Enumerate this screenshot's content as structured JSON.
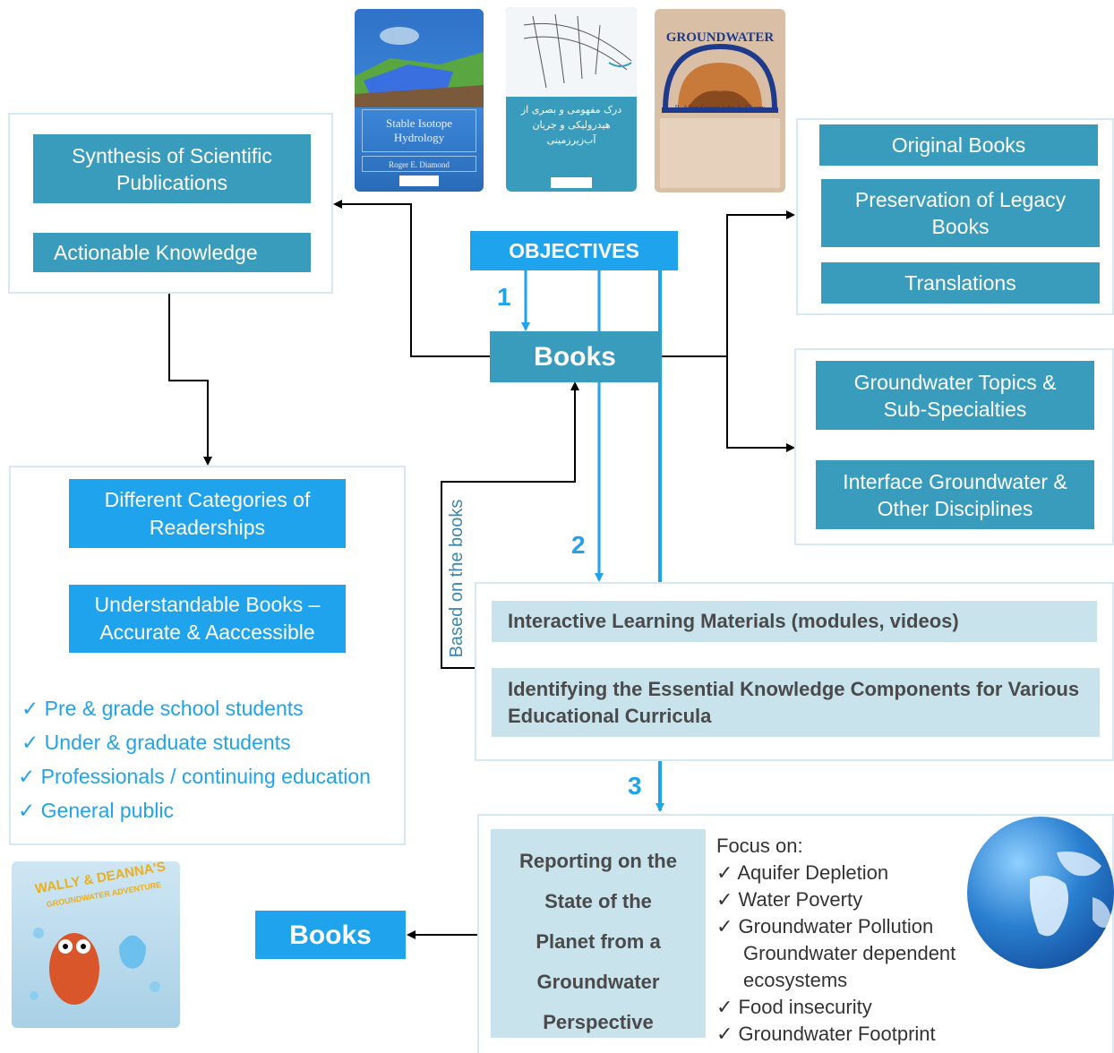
{
  "covers": {
    "isotope": {
      "title": "Stable Isotope Hydrology",
      "author": "Roger E. Diamond"
    },
    "persian": {
      "title": "درک مفهومی و بصری از هیدرولیکی و جریان آب‌زیرزمینی"
    },
    "groundwater": {
      "title": "GROUNDWATER",
      "authors": "R. Allan Freeze  John A. Cherry"
    }
  },
  "left_panel": {
    "synthesis": "Synthesis of Scientific Publications",
    "actionable": "Actionable Knowledge"
  },
  "objectives": "OBJECTIVES",
  "books_center": "Books",
  "steps": {
    "one": "1",
    "two": "2",
    "three": "3"
  },
  "based_on": "Based on the books",
  "right_top": {
    "original": "Original Books",
    "preservation": "Preservation of Legacy Books",
    "translations": "Translations"
  },
  "right_mid": {
    "topics": "Groundwater Topics & Sub-Specialties",
    "interface": "Interface Groundwater  & Other Disciplines"
  },
  "readers": {
    "categories": "Different Categories of Readerships",
    "understandable": "Understandable Books – Accurate & Aaccessible",
    "items": [
      "Pre & grade school students",
      "Under & graduate students",
      "Professionals / continuing education",
      "General public"
    ]
  },
  "learning": {
    "interactive": "Interactive Learning Materials (modules, videos)",
    "identifying": "Identifying the Essential Knowledge Components for Various Educational Curricula"
  },
  "reporting": {
    "lines": [
      "Reporting on the",
      "State of the",
      "Planet from a",
      "Groundwater",
      "Perspective"
    ],
    "focus_title": "Focus on:",
    "focus_items": [
      {
        "check": true,
        "text": "Aquifer Depletion"
      },
      {
        "check": true,
        "text": "Water Poverty"
      },
      {
        "check": true,
        "text": "Groundwater Pollution"
      },
      {
        "check": false,
        "text": "Groundwater dependent ecosystems"
      },
      {
        "check": true,
        "text": "Food insecurity"
      },
      {
        "check": true,
        "text": "Groundwater Footprint"
      }
    ]
  },
  "books_bottom": "Books",
  "comic": {
    "title": "WALLY & DEANNA'S",
    "subtitle": "GROUNDWATER ADVENTURE"
  },
  "colors": {
    "teal": "#3a9cbc",
    "blue": "#1fa3ec",
    "light": "#c8e3ec"
  }
}
